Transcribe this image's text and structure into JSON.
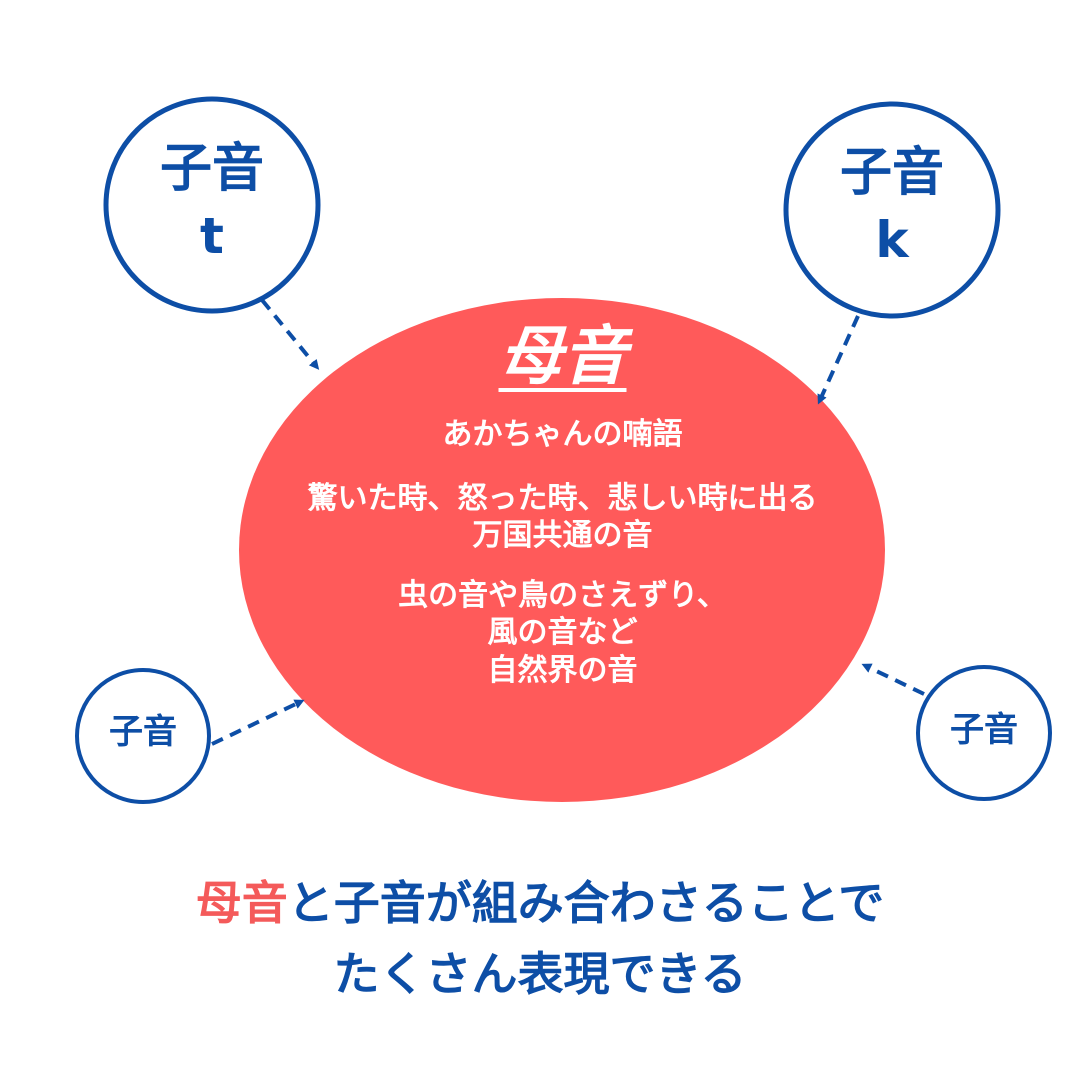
{
  "colors": {
    "primary_blue": "#0d4ea6",
    "ellipse_red": "#ff5a5a",
    "highlight_red": "#f45a5a",
    "white": "#ffffff"
  },
  "consonant_circles": {
    "top_left": {
      "label": "子音",
      "letter": "t"
    },
    "top_right": {
      "label": "子音",
      "letter": "k"
    },
    "bottom_left": {
      "label": "子音"
    },
    "bottom_right": {
      "label": "子音"
    }
  },
  "vowel": {
    "title": "母音",
    "lines": [
      "あかちゃんの喃語",
      "驚いた時、怒った時、悲しい時に出る",
      "万国共通の音",
      "虫の音や鳥のさえずり、",
      "風の音など",
      "自然界の音"
    ]
  },
  "caption": {
    "highlight": "母音",
    "line1_rest": "と子音が組み合わさることで",
    "line2": "たくさん表現できる"
  }
}
